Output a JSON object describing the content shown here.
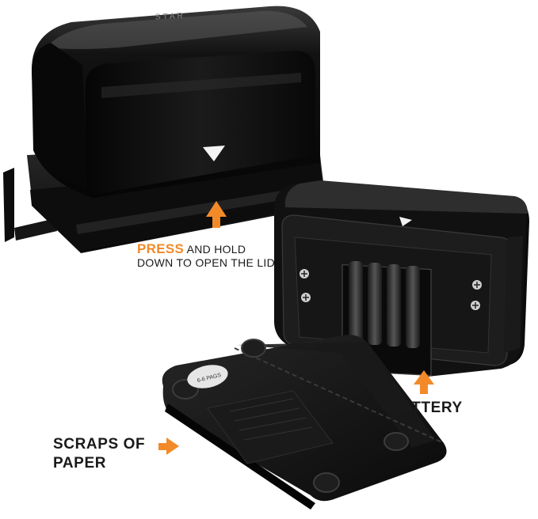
{
  "callouts": {
    "press_emphasis": "PRESS",
    "press_rest_line1": "AND HOLD",
    "press_line2": "DOWN TO OPEN THE LID",
    "battery": "BATTERY",
    "scraps_line1": "SCRAPS OF",
    "scraps_line2": "PAPER"
  },
  "product_marks": {
    "lid_brand": "STAR",
    "tray_badge": "6-6 PAGS"
  },
  "colors": {
    "accent": "#f28a2a",
    "body": "#0b0b0b",
    "text": "#1a1a1a"
  }
}
